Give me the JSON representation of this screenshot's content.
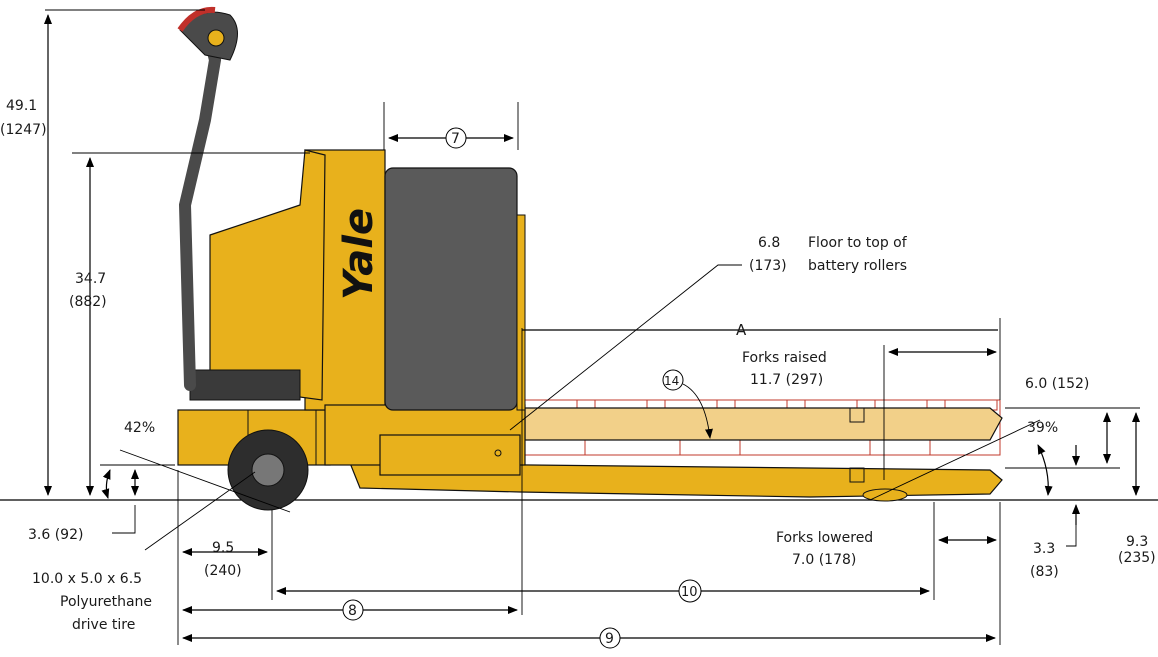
{
  "brand_logo": "Yale",
  "colors": {
    "body_yellow": "#E8B11C",
    "fork_light": "#F2D089",
    "battery_gray": "#5a5a5a",
    "handle_gray": "#4a4a4a",
    "pallet_red": "#c0392b",
    "handle_red": "#c0302a"
  },
  "dimensions": {
    "height_handle": {
      "in": "49.1",
      "mm": "(1247)"
    },
    "height_body": {
      "in": "34.7",
      "mm": "(882)"
    },
    "battery_roller_height": {
      "in": "6.8",
      "mm": "(173)",
      "note_line1": "Floor to top of",
      "note_line2": "battery rollers"
    },
    "dim_A": "A",
    "forks_raised": {
      "label": "Forks raised",
      "value": "11.7 (297)"
    },
    "fork_lift_height": "6.0 (152)",
    "ramp_angle_rear": "42%",
    "ramp_angle_front": "39%",
    "rear_clearance": "3.6 (92)",
    "tire": {
      "line1": "10.0 x 5.0 x 6.5",
      "line2": "Polyurethane",
      "line3": "drive tire"
    },
    "rear_overhang": {
      "in": "9.5",
      "mm": "(240)"
    },
    "forks_lowered": {
      "label": "Forks lowered",
      "value": "7.0 (178)"
    },
    "fork_thickness": {
      "in": "3.3",
      "mm": "(83)"
    },
    "fork_height_raised": {
      "in": "9.3",
      "mm": "(235)"
    }
  },
  "callouts": [
    "7",
    "14",
    "8",
    "10",
    "9"
  ]
}
